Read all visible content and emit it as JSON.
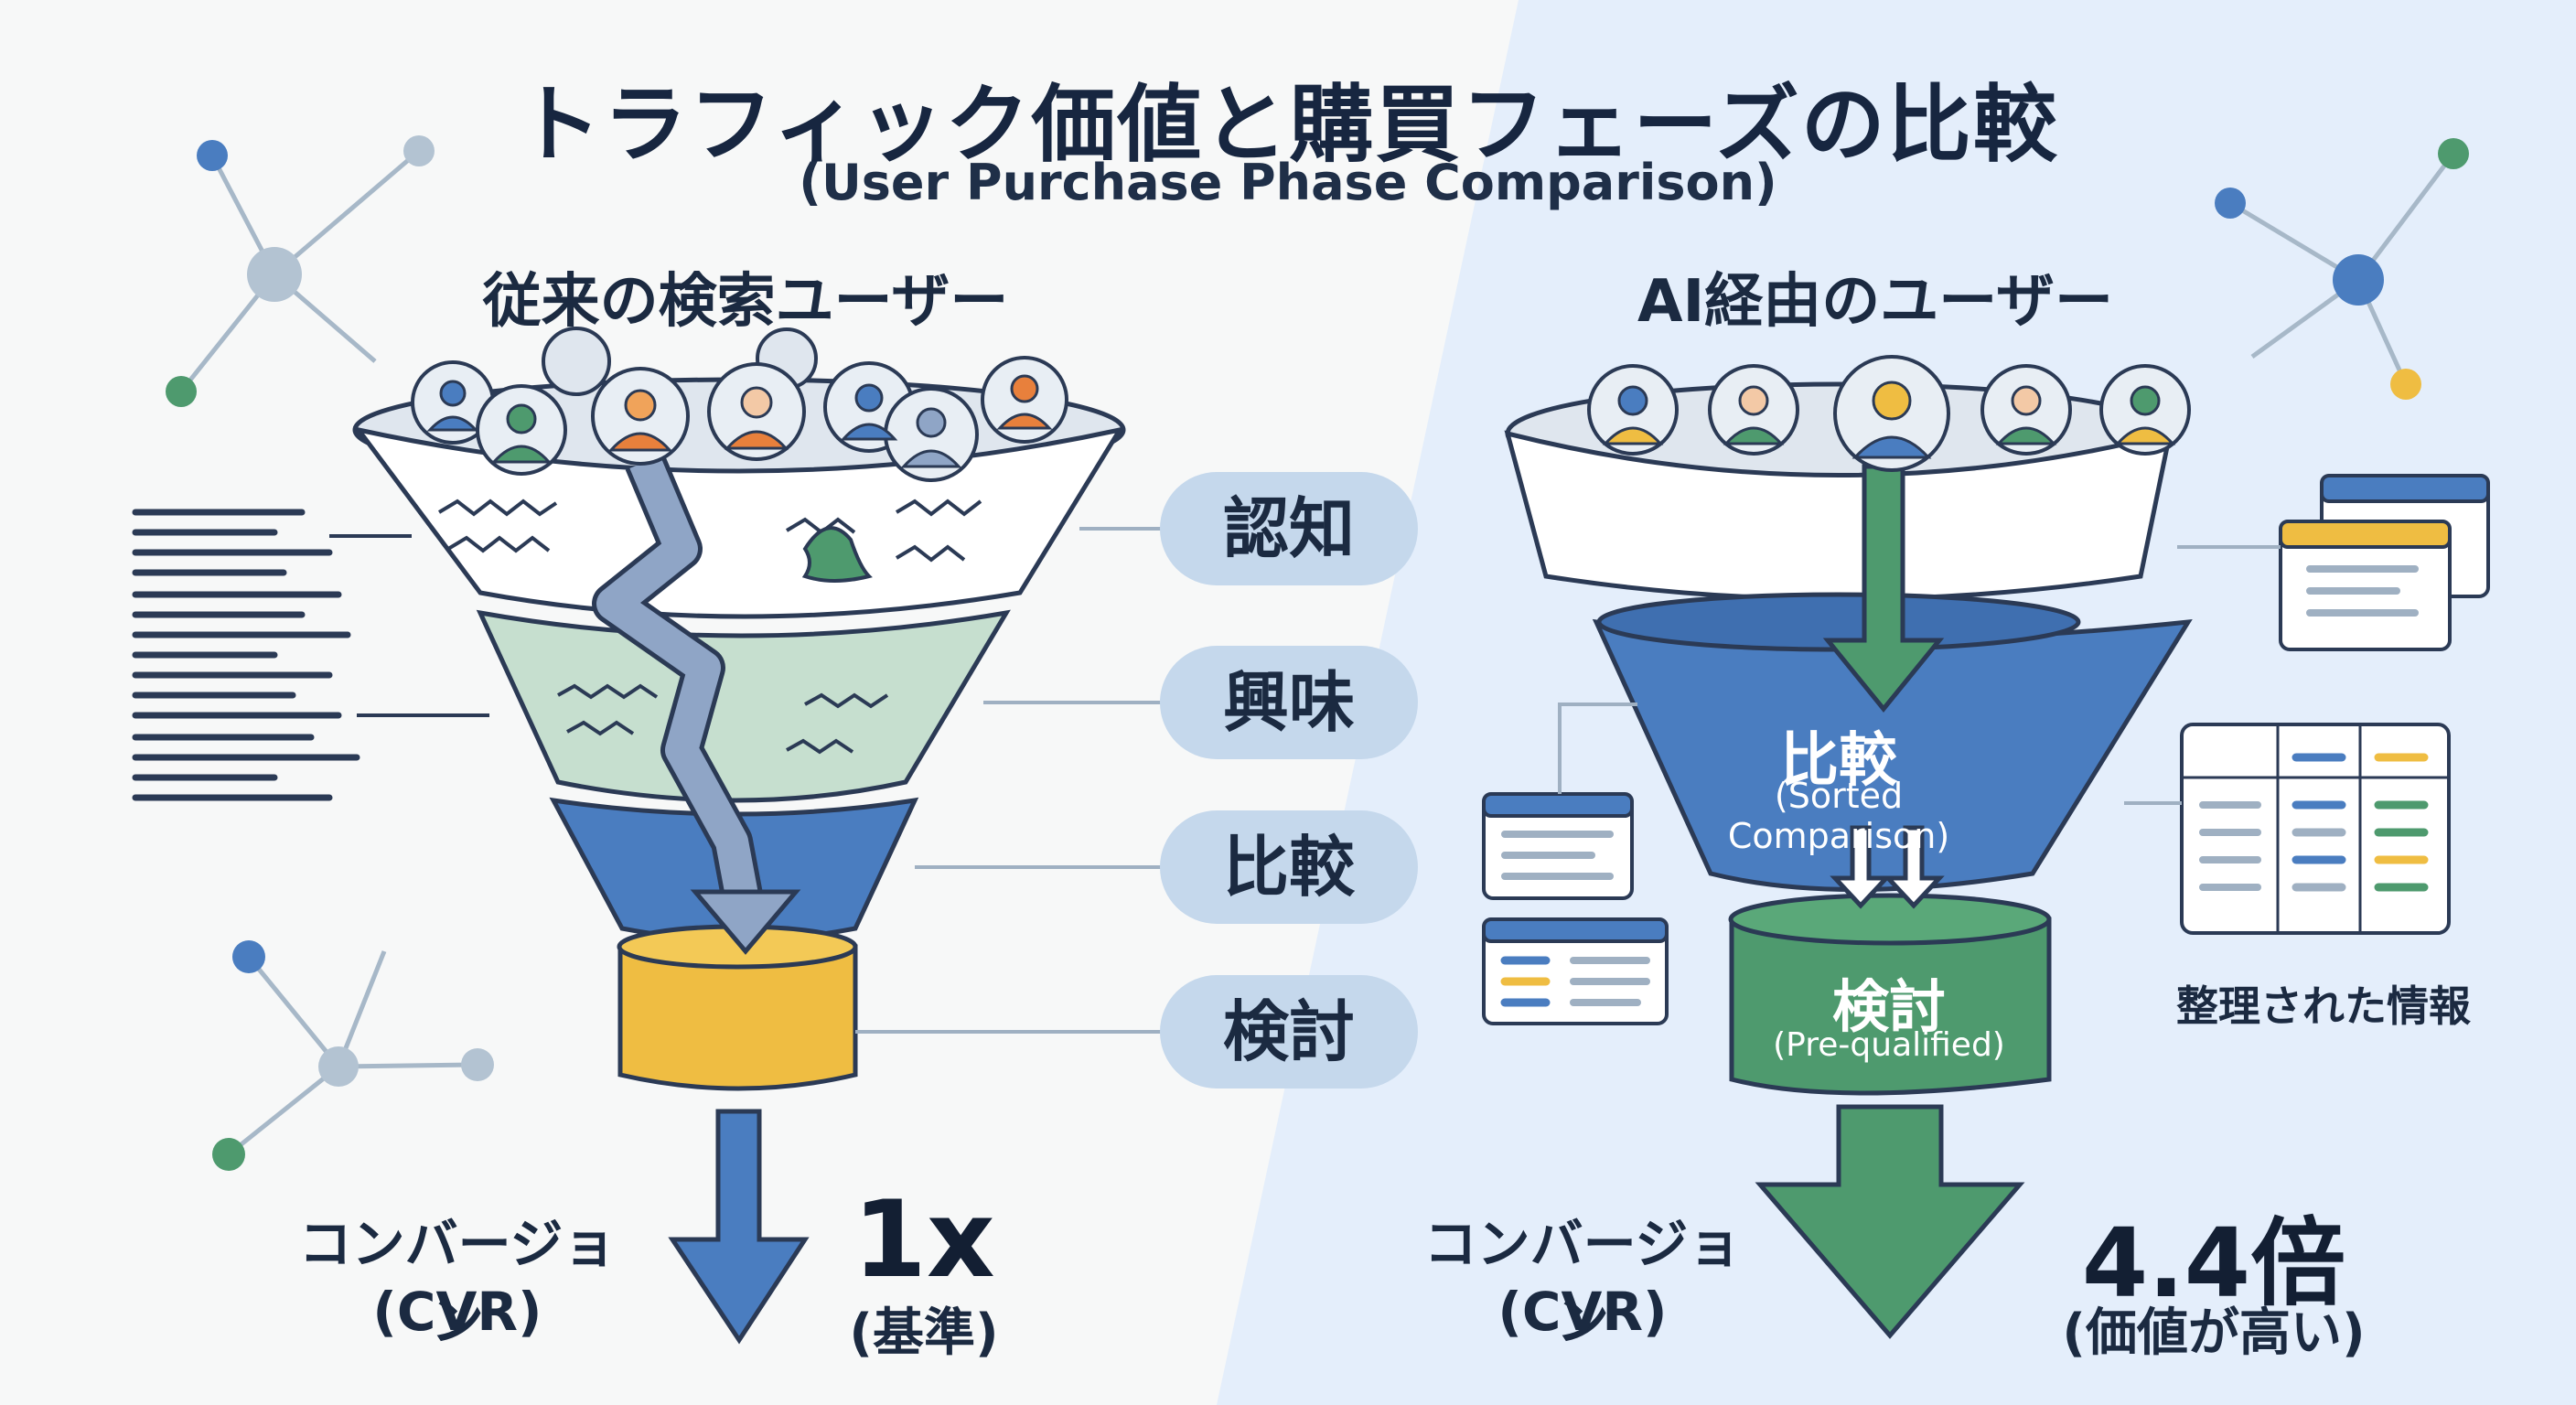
{
  "title": "トラフィック価値と購買フェーズの比較",
  "subtitle": "(User Purchase Phase Comparison)",
  "left": {
    "heading": "従来の検索ユーザー",
    "stages": [
      "認知",
      "興味",
      "比較",
      "検討"
    ],
    "conversion_label": "コンバージョン",
    "conversion_sub": "(CVR)",
    "value": "1x",
    "value_note": "(基準)"
  },
  "right": {
    "heading": "AI経由のユーザー",
    "stage_compare": "比較",
    "stage_compare_sub": "(Sorted Comparison)",
    "stage_consider": "検討",
    "stage_consider_sub": "(Pre-qualified)",
    "sorted_info_caption": "整理された情報",
    "conversion_label": "コンバージョン",
    "conversion_sub": "(CVR)",
    "value": "4.4倍",
    "value_note": "(価値が高い)"
  },
  "colors": {
    "navy": "#1b2a41",
    "blue": "#4a7dc0",
    "green": "#4e9a6e",
    "yellow": "#efbd42",
    "pill": "#c5d8ec",
    "right_panel": "#e4eefb"
  }
}
